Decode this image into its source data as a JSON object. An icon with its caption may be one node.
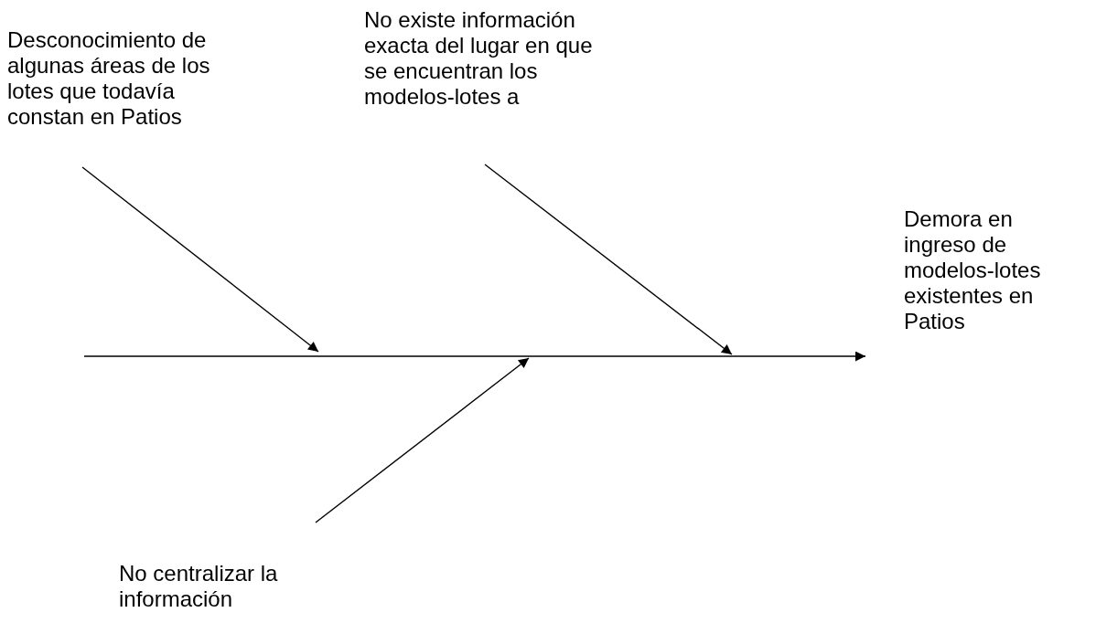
{
  "diagram": {
    "nodes": [
      {
        "text": [
          "Desconocimiento de algunas áreas de los lotes que todavía constan en Patios"
        ]
      },
      {
        "text": [
          "No existe información exacta del lugar en que se encuentran los modelos-lotes a"
        ]
      },
      {
        "text": [
          "Demora en ingreso de modelos-lotes existentes en Patios"
        ]
      },
      {
        "text": [
          "No centralizar la información"
        ]
      }
    ],
    "edges": [
      {
        "from": null,
        "to": 2,
        "arrow": "to"
      },
      {
        "from": 0,
        "to": null,
        "arrow": "to"
      },
      {
        "from": 1,
        "to": null,
        "arrow": "to"
      },
      {
        "from": 3,
        "to": null,
        "arrow": "to"
      }
    ]
  }
}
